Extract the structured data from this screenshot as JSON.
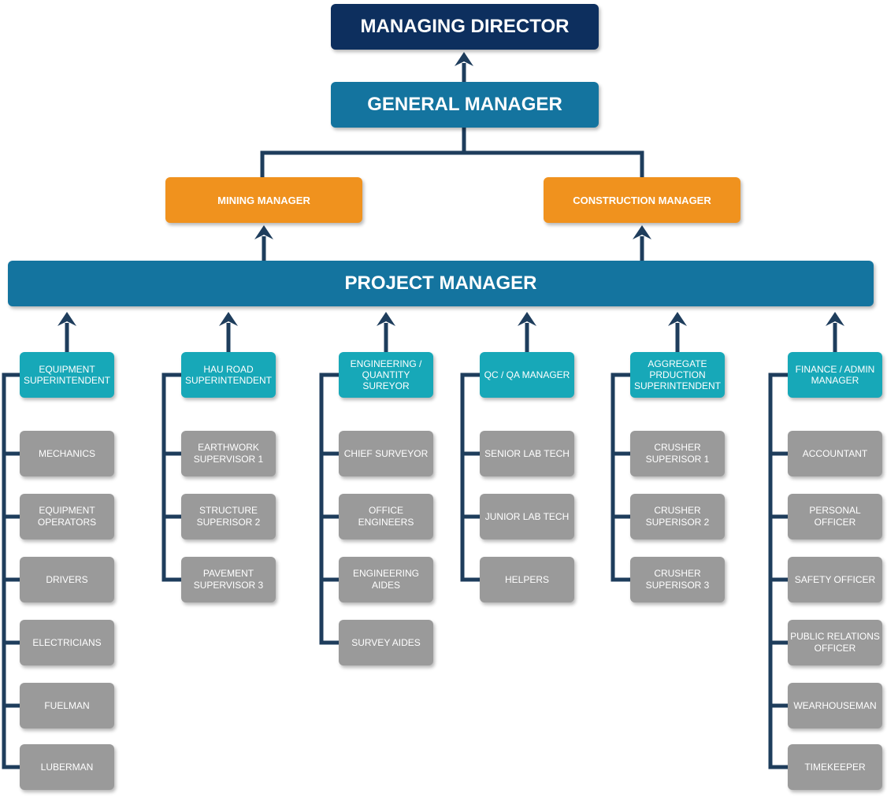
{
  "managing_director": "MANAGING DIRECTOR",
  "general_manager": "GENERAL MANAGER",
  "mining_manager": "MINING MANAGER",
  "construction_manager": "CONSTRUCTION MANAGER",
  "project_manager": "PROJECT MANAGER",
  "colors": {
    "connector": "#1e3d5c",
    "managing_director": "#0d2f5e",
    "general_manager": "#14749f",
    "managers": "#f0921e",
    "department_heads": "#17a8b8",
    "staff": "#9a9a9a"
  },
  "departments": [
    {
      "head": "EQUIPMENT\nSUPERINTENDENT",
      "staff": [
        "MECHANICS",
        "EQUIPMENT\nOPERATORS",
        "DRIVERS",
        "ELECTRICIANS",
        "FUELMAN",
        "LUBERMAN"
      ]
    },
    {
      "head": "HAU ROAD\nSUPERINTENDENT",
      "staff": [
        "EARTHWORK\nSUPERVISOR 1",
        "STRUCTURE\nSUPERISOR 2",
        "PAVEMENT\nSUPERVISOR 3"
      ]
    },
    {
      "head": "ENGINEERING /\nQUANTITY\nSUREYOR",
      "staff": [
        "CHIEF SURVEYOR",
        "OFFICE ENGINEERS",
        "ENGINEERING\nAIDES",
        "SURVEY AIDES"
      ]
    },
    {
      "head": "QC / QA MANAGER",
      "staff": [
        "SENIOR LAB TECH",
        "JUNIOR LAB TECH",
        "HELPERS"
      ]
    },
    {
      "head": "AGGREGATE\nPRDUCTION\nSUPERINTENDENT",
      "staff": [
        "CRUSHER\nSUPERISOR 1",
        "CRUSHER\nSUPERISOR 2",
        "CRUSHER\nSUPERISOR 3"
      ]
    },
    {
      "head": "FINANCE / ADMIN\nMANAGER",
      "staff": [
        "ACCOUNTANT",
        "PERSONAL\nOFFICER",
        "SAFETY OFFICER",
        "PUBLIC RELATIONS\nOFFICER",
        "WEARHOUSEMAN",
        "TIMEKEEPER"
      ]
    }
  ]
}
